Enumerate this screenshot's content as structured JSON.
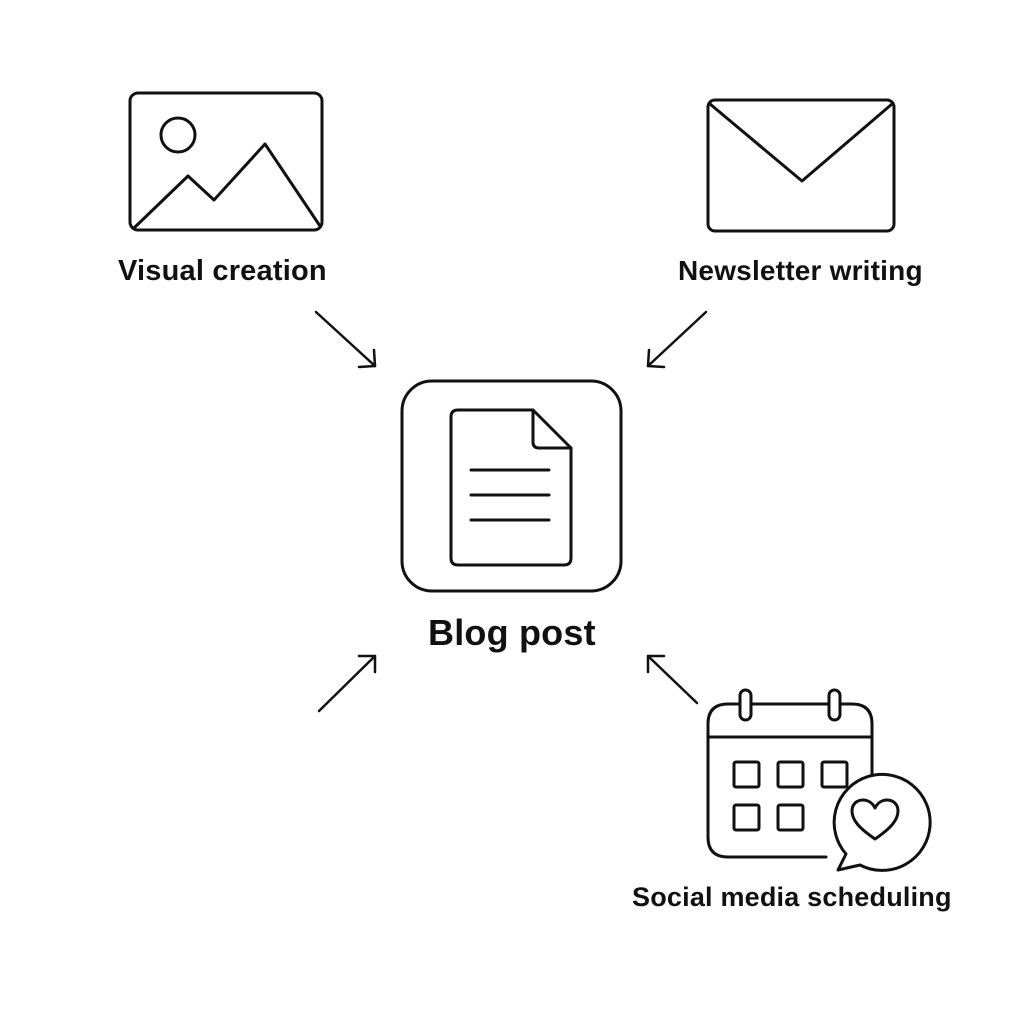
{
  "nodes": {
    "visual": {
      "label": "Visual creation",
      "icon": "image-icon"
    },
    "newsletter": {
      "label": "Newsletter writing",
      "icon": "envelope-icon"
    },
    "blog": {
      "label": "Blog post",
      "icon": "document-icon"
    },
    "social": {
      "label": "Social media scheduling",
      "icon": "calendar-heart-icon"
    }
  },
  "colors": {
    "stroke": "#111111",
    "background": "#ffffff"
  }
}
